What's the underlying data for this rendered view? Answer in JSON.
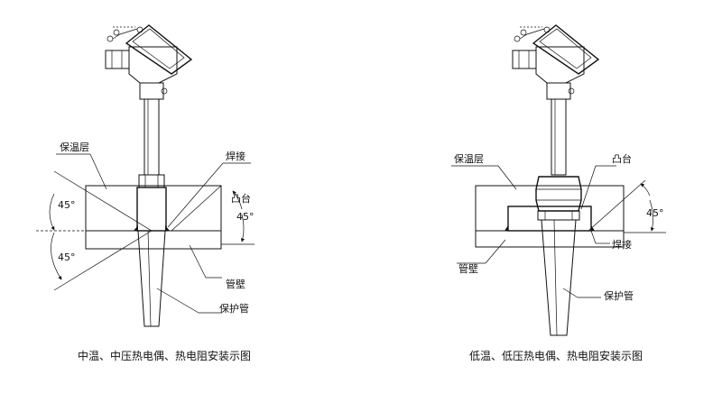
{
  "left_figure": {
    "caption": "中温、中压热电偶、热电阻安装示图",
    "labels": {
      "insulation": "保温层",
      "weld": "焊接",
      "boss": "凸台",
      "angle_upper_left": "45°",
      "angle_right": "45°",
      "angle_lower_left": "45°",
      "pipe_wall": "管壁",
      "protection_tube": "保护管"
    }
  },
  "right_figure": {
    "caption": "低温、低压热电偶、热电阻安装示图",
    "labels": {
      "insulation": "保温层",
      "boss": "凸台",
      "angle_right": "45°",
      "weld": "焊接",
      "pipe_wall": "管壁",
      "protection_tube": "保护管"
    }
  }
}
